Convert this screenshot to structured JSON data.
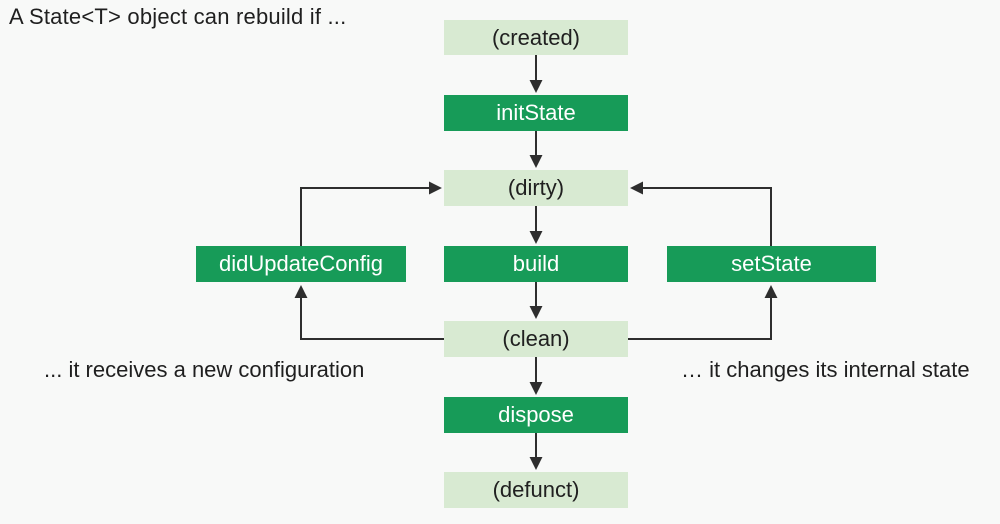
{
  "title": "A State<T> object can rebuild if ...",
  "captions": {
    "left": "... it receives a new configuration",
    "right": "… it changes its internal state"
  },
  "nodes": {
    "created": "(created)",
    "initState": "initState",
    "dirty": "(dirty)",
    "didUpdateConfig": "didUpdateConfig",
    "build": "build",
    "setState": "setState",
    "clean": "(clean)",
    "dispose": "dispose",
    "defunct": "(defunct)"
  },
  "colors": {
    "method_green": "#179b58",
    "state_light_green": "#d8ead2",
    "method_text": "#ffffff",
    "state_text": "#202020",
    "arrow": "#2e2e2e",
    "text_dark": "#1f1f1f",
    "background": "#f8f9f8"
  }
}
